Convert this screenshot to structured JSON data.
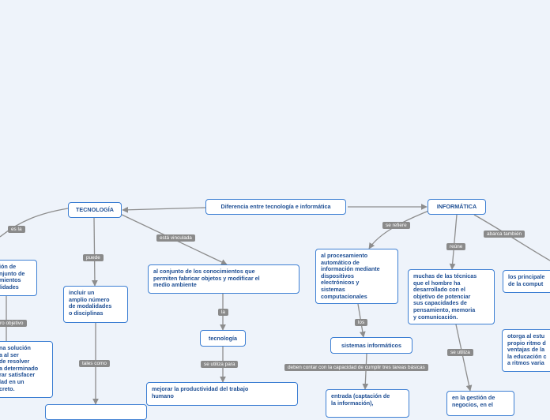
{
  "nodes": {
    "root": "Diferencia entre tecnología e informática",
    "tecnologia": "TECNOLOGÍA",
    "informatica": "INFORMÁTICA",
    "left_def": "ión de\nnjunto de\nmientos\nlidades",
    "left_sol": "na solución\na al ser\nde resolver\na determinado\nrar satisfacer\nlad en un\ncreto.",
    "incluir": "incluir un\namplio número\nde modalidades\no disciplinas",
    "conjunto": "al conjunto de los conocimientos que\npermiten fabricar objetos y modificar el\nmedio ambiente",
    "tecnologia2": "tecnología",
    "mejorar": "mejorar la productividad del trabajo\nhumano",
    "procesamiento": "al procesamiento\nautomático de\ninformación mediante\ndispositivos\nelectrónicos y\nsistemas\ncomputacionales",
    "sistemas": "sistemas informáticos",
    "entrada": "entrada (captación de\nla información),",
    "tecnicas": "muchas de las técnicas\nque el hombre ha\ndesarrollado con el\nobjetivo de potenciar\nsus capacidades de\npensamiento, memoria\ny comunicación.",
    "gestion": "en la gestión de\nnegocios, en el",
    "principales": "los principale\nde la comput",
    "otorga": "otorga al estu\npropio ritmo d\nventajas de la\nla educación c\na ritmos varia"
  },
  "labels": {
    "es_la": "es la",
    "objetivo": "ro objetivo",
    "puede": "puede",
    "tales_como": "tales como",
    "esta_vinculada": "está vinculada",
    "la": "la",
    "se_utiliza_para": "se utiliza para",
    "se_refiere": "se refiere",
    "los": "los",
    "deben_contar": "deben contar con la capacidad de cumplir tres tareas básicas",
    "reune": "reúne",
    "se_utiliza": "se utiliza",
    "abarca": "abarca también"
  },
  "colors": {
    "background": "#eef3fa",
    "node_border": "#3d7fd3",
    "node_text": "#1f4f94",
    "label_bg": "#8a8a8a",
    "line": "#8d8d8d"
  }
}
